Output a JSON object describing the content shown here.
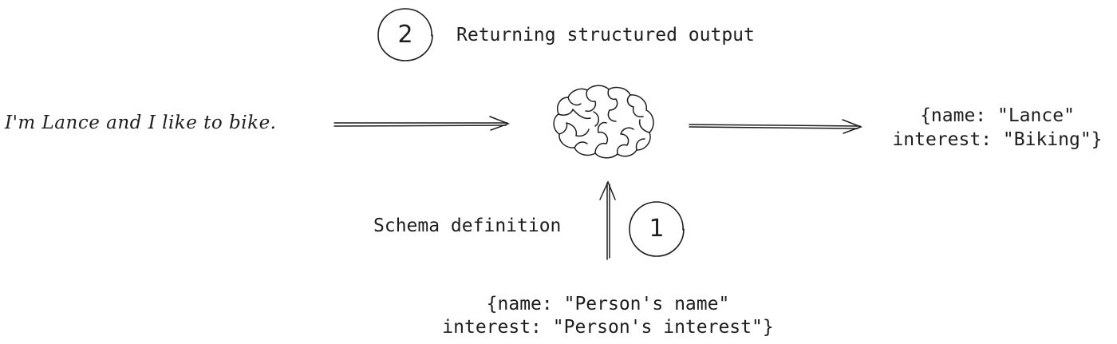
{
  "steps": [
    {
      "number": "2",
      "label": "Returning structured output"
    },
    {
      "number": "1",
      "label": "Schema definition"
    }
  ],
  "input_text": "I'm Lance and I like to bike.",
  "output": {
    "line1": "{name: \"Lance\"",
    "line2": "interest: \"Biking\"}"
  },
  "schema": {
    "line1": "{name: \"Person's name\"",
    "line2": "interest: \"Person's interest\"}"
  },
  "icons": {
    "model": "brain-icon"
  },
  "colors": {
    "ink": "#1e1e1e",
    "background": "#ffffff"
  }
}
